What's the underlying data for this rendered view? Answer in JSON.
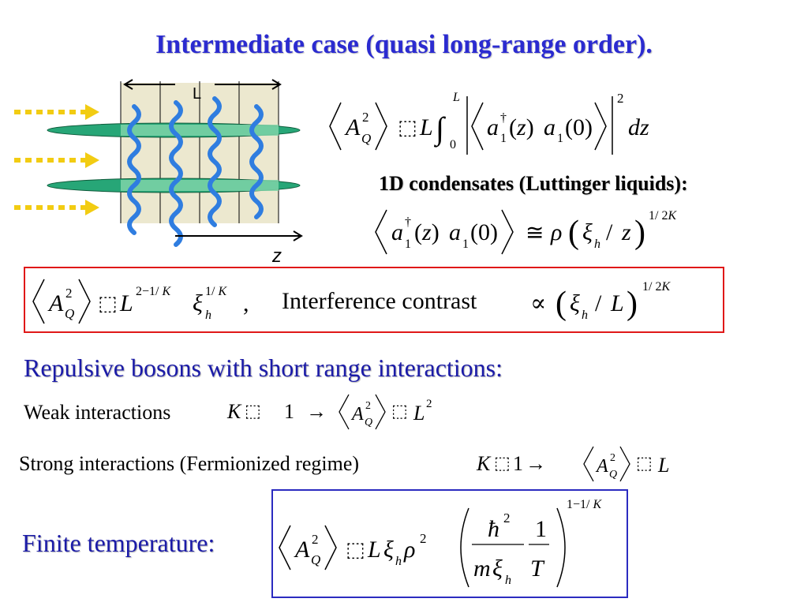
{
  "title": "Intermediate case (quasi long-range order).",
  "diagram": {
    "length_label": "L",
    "axis_label": "z"
  },
  "heading_1d": "1D condensates (Luttinger liquids):",
  "boxed_red": {
    "text": "Interference contrast"
  },
  "repulsive_heading": "Repulsive bosons with short range interactions:",
  "weak": {
    "label": "Weak interactions"
  },
  "strong": {
    "label": "Strong interactions (Fermionized regime)"
  },
  "finite_temp": "Finite temperature:",
  "colors": {
    "title": "#2b2bd0",
    "red_box": "#e01818",
    "blue_box": "#2b2bc0",
    "condensate": "#27a677",
    "wave": "#2f7de0",
    "arrow": "#f2cc12"
  },
  "glyph_box": "⬚"
}
